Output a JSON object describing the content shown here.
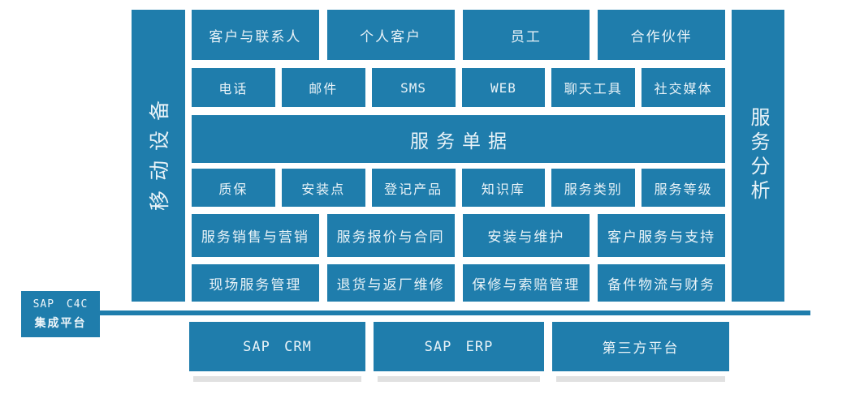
{
  "colors": {
    "box_blue": "#1f7dac",
    "text": "#e9f3f8",
    "shadow": "#d7d7d7"
  },
  "left_bar": {
    "label": "移动设备"
  },
  "right_bar": {
    "label": "服务分析"
  },
  "rows": {
    "row1": [
      "客户与联系人",
      "个人客户",
      "员工",
      "合作伙伴"
    ],
    "row2": [
      "电话",
      "邮件",
      "SMS",
      "WEB",
      "聊天工具",
      "社交媒体"
    ],
    "row3": "服务单据",
    "row4": [
      "质保",
      "安装点",
      "登记产品",
      "知识库",
      "服务类别",
      "服务等级"
    ],
    "row5": [
      "服务销售与营销",
      "服务报价与合同",
      "安装与维护",
      "客户服务与支持"
    ],
    "row6": [
      "现场服务管理",
      "退货与返厂维修",
      "保修与索赔管理",
      "备件物流与财务"
    ]
  },
  "integration": {
    "line1": "SAP C4C",
    "line2": "集成平台"
  },
  "bottom_row": [
    "SAP CRM",
    "SAP ERP",
    "第三方平台"
  ]
}
